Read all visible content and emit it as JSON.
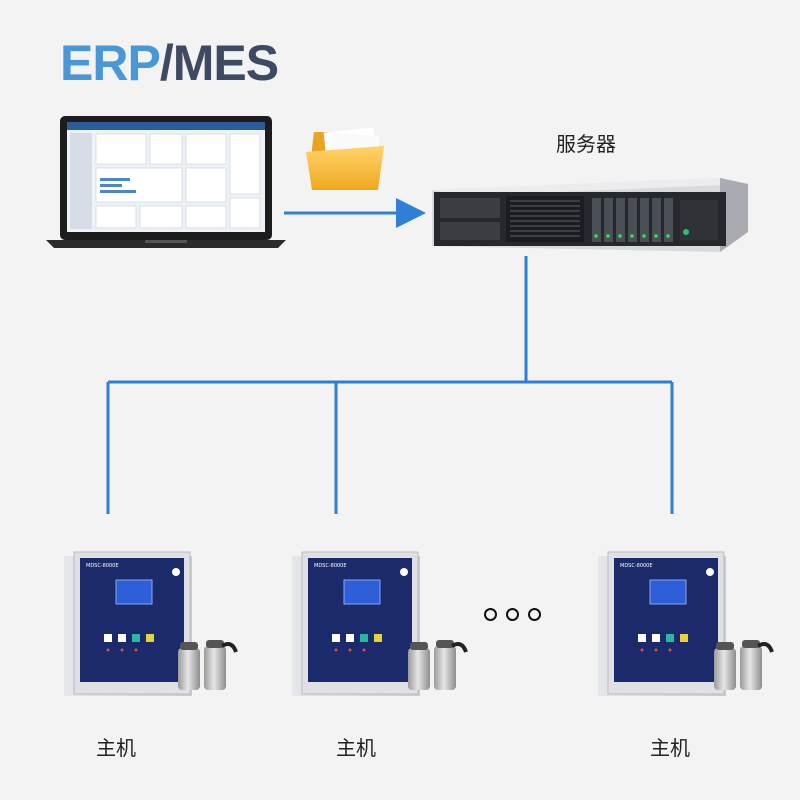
{
  "title": {
    "part1": "ERP",
    "slash": "/",
    "part2": "MES"
  },
  "server": {
    "label": "服务器"
  },
  "hosts": [
    {
      "label": "主机",
      "model": "MDSC-8000E"
    },
    {
      "label": "主机",
      "model": "MDSC-8000E"
    },
    {
      "label": "主机",
      "model": "MDSC-8000E"
    }
  ],
  "colors": {
    "line": "#2f7fd6",
    "panel": "#1a2a6b",
    "screen": "#2e5fd9",
    "accent": "#4a97d6"
  },
  "icons": [
    "laptop-icon",
    "folder-icon",
    "server-icon",
    "controller-icon",
    "sensor-icon",
    "ellipsis-icon"
  ]
}
